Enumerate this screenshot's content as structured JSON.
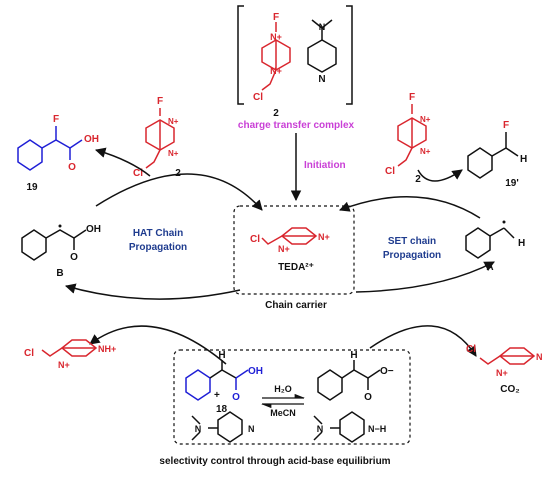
{
  "colors": {
    "red": "#d9262e",
    "blue": "#1f1fd6",
    "magenta": "#c93fd6",
    "navy": "#1f3c8f",
    "black": "#111111"
  },
  "atoms": {
    "F": "F",
    "N": "N",
    "N_plus": "N+",
    "NH_plus": "NH+",
    "Cl": "Cl",
    "O": "O",
    "O_minus": "O−",
    "OH": "OH",
    "H": "H",
    "NH_cation": "N−H",
    "plus": "+"
  },
  "labels": {
    "cmpd_2_top": "2",
    "cmpd_2_left": "2",
    "cmpd_2_right": "2",
    "cmpd_19": "19",
    "cmpd_19p": "19'",
    "cmpd_B": "B",
    "cmpd_A": "A",
    "cmpd_18": "18",
    "charge_transfer": "charge transfer complex",
    "initiation": "Initiation",
    "hat_chain": "HAT Chain",
    "hat_prop": "Propagation",
    "set_chain": "SET chain",
    "set_prop": "Propagation",
    "teda": "TEDA²⁺",
    "chain_carrier": "Chain carrier",
    "co2": "CO₂",
    "h2o": "H₂O",
    "mecn": "MeCN",
    "selectivity": "selectivity control through acid-base equilibrium"
  }
}
